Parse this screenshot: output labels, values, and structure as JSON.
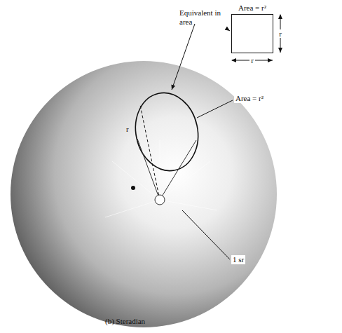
{
  "diagram": {
    "caption": "(b) Steradian",
    "nodes": [
      {
        "text": [
          "Area = r²"
        ]
      }
    ],
    "labels": [
      "Equivalent in area",
      "r",
      "r",
      "Area = r²",
      "r",
      "1 sr"
    ]
  }
}
